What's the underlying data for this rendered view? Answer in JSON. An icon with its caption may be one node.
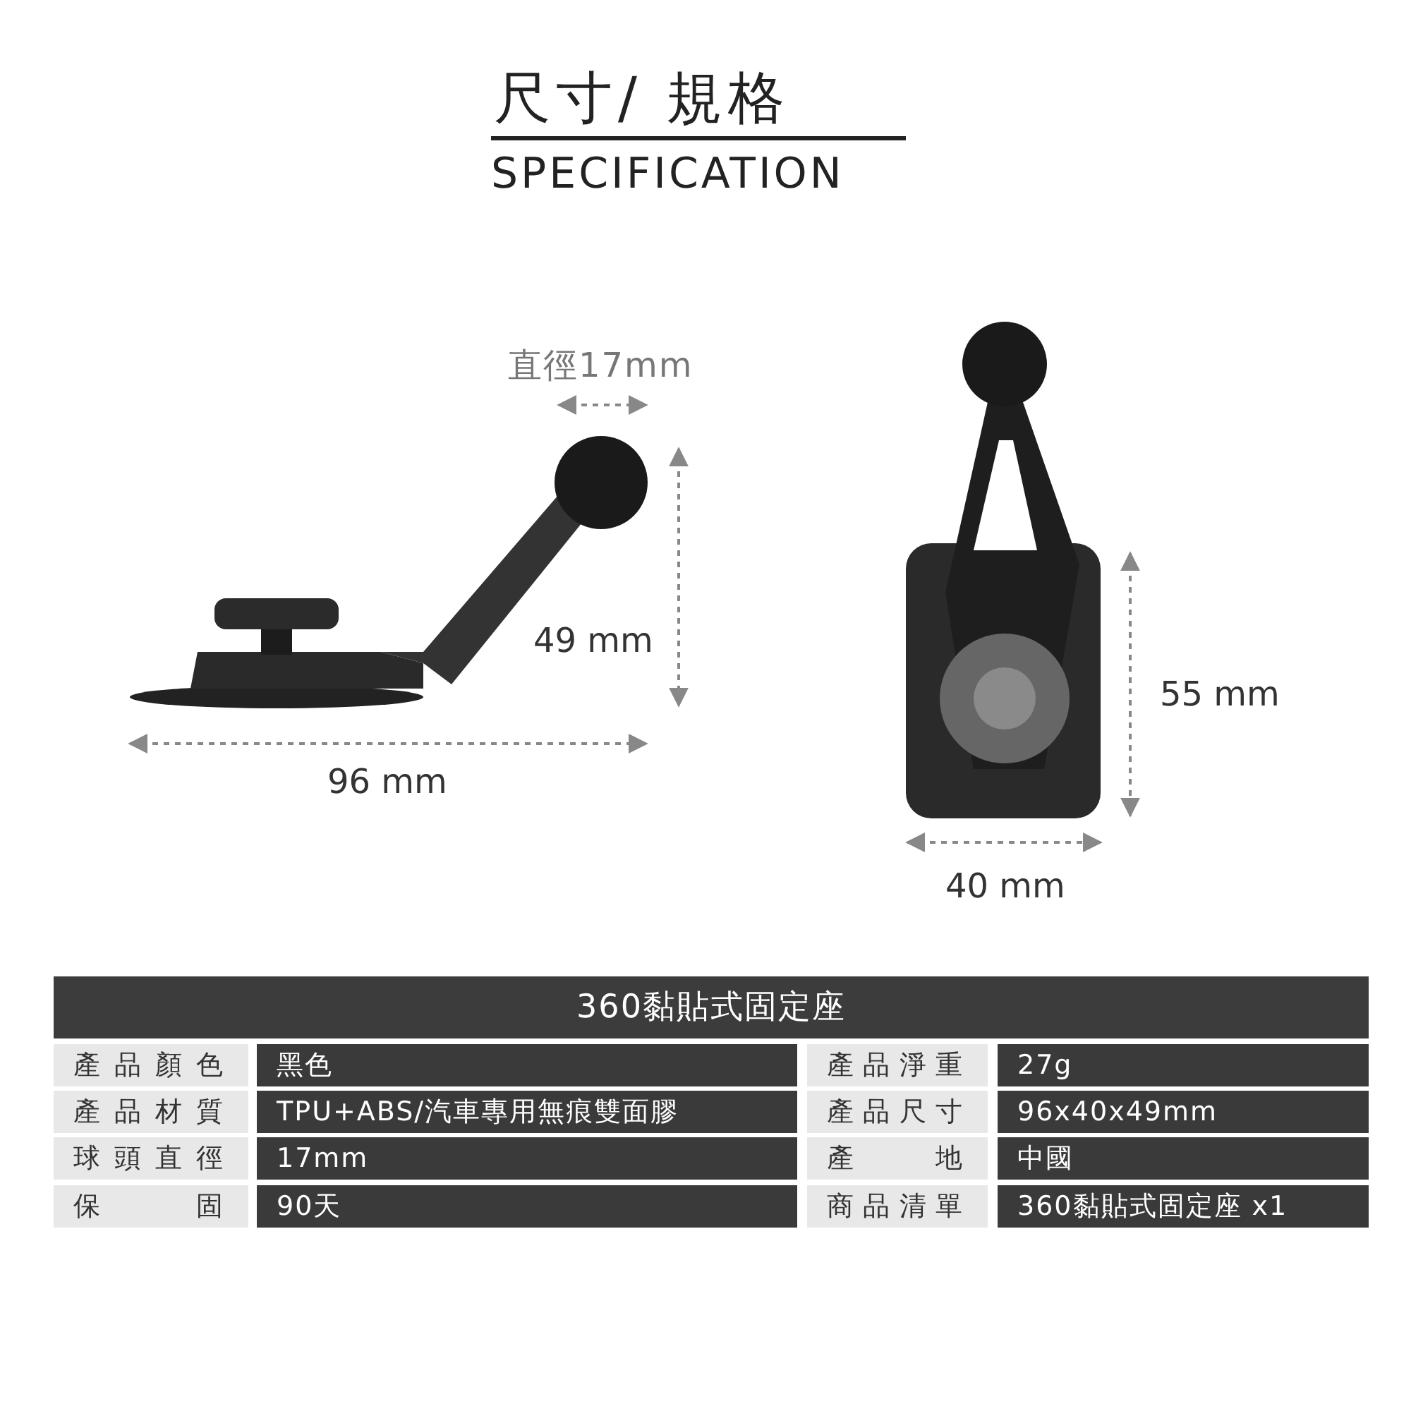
{
  "diagram": {
    "title": "尺寸/ 規格",
    "labels": [
      "SPECIFICATION",
      "直徑17mm",
      "49 mm",
      "96 mm",
      "55 mm",
      "40 mm",
      "360黏貼式固定座",
      "產品顏色",
      "黑色",
      "產品淨重",
      "27g",
      "產品材質",
      "TPU+ABS/汽車專用無痕雙面膠",
      "產品尺寸",
      "96x40x49mm",
      "球頭直徑",
      "17mm",
      "產地",
      "中國",
      "保固",
      "90天",
      "商品清單",
      "360黏貼式固定座 x1"
    ]
  }
}
